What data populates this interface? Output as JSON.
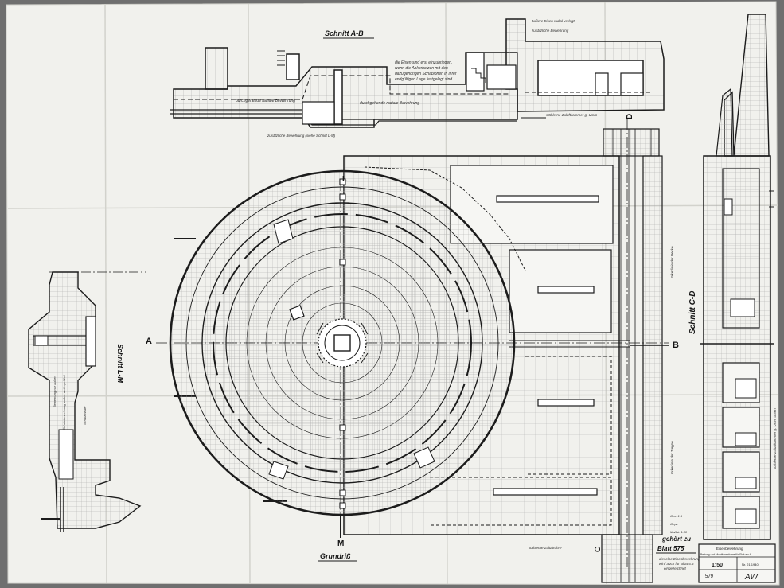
{
  "drawing": {
    "paper_color": "#f1f1ed",
    "ink_color": "#1a1a1a",
    "grid_color": "#9c9c9c"
  },
  "section_ab": {
    "title": "Schnitt A-B",
    "note_lines": [
      "die Eisen sind erst einzubringen,",
      "wenn die Ankerbolzen mit den",
      "dazugehörigen Schablonen in ihrer",
      "endgültigen Lage festgelegt sind."
    ],
    "label_left": "durchgehende radiale Bewehrung",
    "label_mid": "durchgehende radiale Bewehrung",
    "label_bottom": "zusätzliche Bewehrung (siehe Schnitt L-M)",
    "label_top_1": "äußere Eisen radial verlegt",
    "label_top_2": "zusätzliche Bewehrung",
    "label_right": "stählerne Zuluftkammer g. Umm"
  },
  "plan": {
    "title": "Grundriß",
    "marker_a": "A",
    "marker_b": "B",
    "marker_c": "C",
    "marker_d": "D",
    "marker_l": "L",
    "marker_m": "M",
    "label_zuluft": "stählerne Zuluftrohre",
    "label_wall_1": "Erkerlinie der Decke",
    "label_wall_2": "Erkerlinie der Treppe"
  },
  "section_cd": {
    "title": "Schnitt C-D",
    "label_side": "stählerne Zuluftkammer g. Umm unten"
  },
  "section_lm": {
    "title": "Schnitt L-M",
    "label_1": "Bewehrung nur außen",
    "label_2": "Schutzbewehrung außen weitergeführt",
    "label_3": "Schutzmauer"
  },
  "footer": {
    "ref_1": "gehört zu",
    "ref_2": "Blatt 575",
    "ref_note_1": "dieselbe Eisenbewehrung",
    "ref_note_2": "wird auch für Blatt 5.6",
    "ref_note_3": "eingezeichnet",
    "small_1": "Gez. 1.9",
    "small_2": "Gepr.",
    "small_3": "Maßst. 1:50"
  },
  "title_block": {
    "title": "Eisenbewehrung",
    "subtitle": "Bettung und Munitionsräume für Flak e.v.f.",
    "scale": "1:50",
    "drawing_no": "Nr. 21 1940",
    "sheet": "579",
    "signature": "AW"
  }
}
